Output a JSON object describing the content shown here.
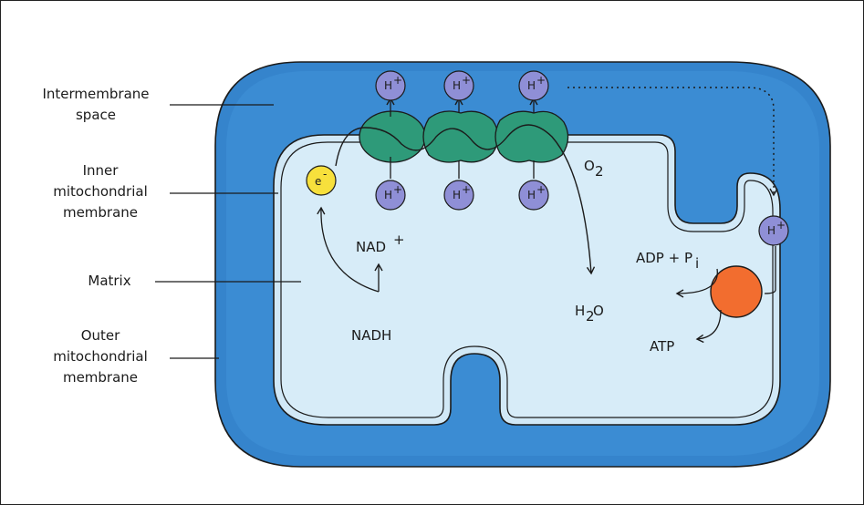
{
  "labels": {
    "intermembrane_space": "Intermembrane space",
    "inner_membrane": "Inner mitochondrial membrane",
    "matrix": "Matrix",
    "outer_membrane": "Outer mitochondrial membrane"
  },
  "molecules": {
    "proton": "H",
    "proton_charge": "+",
    "electron": "e",
    "electron_charge": "-",
    "nad": "NAD",
    "nad_charge": "+",
    "nadh": "NADH",
    "oxygen": "O",
    "oxygen_sub": "2",
    "water_h": "H",
    "water_sub": "2",
    "water_o": "O",
    "adp": "ADP + P",
    "adp_sub": "i",
    "atp": "ATP"
  },
  "colors": {
    "outer_membrane": "#2f7fc9",
    "intermembrane": "#3a8ad3",
    "matrix": "#cfe7f5",
    "protein_complex": "#2f9a78",
    "proton": "#8f8fd6",
    "electron": "#f7e03c",
    "atp_synthase": "#f26b2e"
  }
}
